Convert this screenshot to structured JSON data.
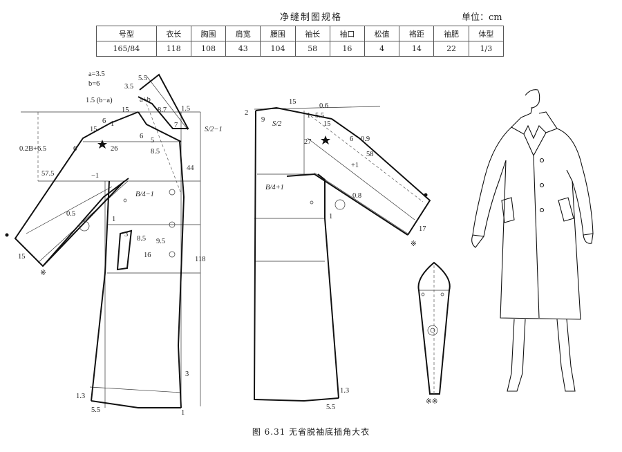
{
  "header": {
    "title": "净缝制图规格",
    "unit": "单位：cm"
  },
  "spec_table": {
    "headers": [
      "号型",
      "衣长",
      "胸围",
      "肩宽",
      "腰围",
      "袖长",
      "袖口",
      "松值",
      "袼距",
      "袖肥",
      "体型"
    ],
    "values": [
      "165/84",
      "118",
      "108",
      "43",
      "104",
      "58",
      "16",
      "4",
      "14",
      "22",
      "1/3"
    ]
  },
  "front_labels": {
    "a": "a=3.5",
    "b": "b=6",
    "l_3_5": "3.5",
    "l_5_5": "5.5",
    "l_15_ba": "1.5   (b−a)",
    "l_ab": "a+b",
    "l_15_top": "15",
    "l_87": "8.7",
    "l_1_5r": "1.5",
    "l_6a": "6",
    "l_1a": "1",
    "l_7": "7",
    "l_s2": "S/2−1",
    "l_15b": "15",
    "l_02b": "0.2B+6.5",
    "l_26": "26",
    "l_6b": "6",
    "l_6c": "6",
    "l_5": "5",
    "l_85a": "8.5",
    "l_44": "44",
    "l_575": "57.5",
    "l_m1": "−1",
    "l_b4": "B/4−1",
    "l_05": "0.5",
    "l_1b": "1",
    "l_3": "3",
    "l_85b": "8.5",
    "l_95": "9.5",
    "l_16": "16",
    "l_118": "118",
    "l_15c": "15",
    "l_mark": "※",
    "l_3b": "3",
    "l_13": "1.3",
    "l_55": "5.5",
    "l_1c": "1"
  },
  "back_labels": {
    "l_2": "2",
    "l_15": "15",
    "l_06": "0.6",
    "l_9": "9",
    "l_s2": "S/2",
    "l_1": "1",
    "l_55": "5.5",
    "l_15b": "15",
    "l_27": "27",
    "l_6": "6",
    "l_09": "0.9",
    "l_58": "58",
    "l_p1": "+1",
    "l_b4": "B/4+1",
    "l_08": "0.8",
    "l_1b": "1",
    "l_17": "17",
    "l_mark": "※",
    "l_13": "1.3",
    "l_55b": "5.5",
    "l_mark2": "※※"
  },
  "caption": "图 6.31   无省脱袖底插角大衣"
}
